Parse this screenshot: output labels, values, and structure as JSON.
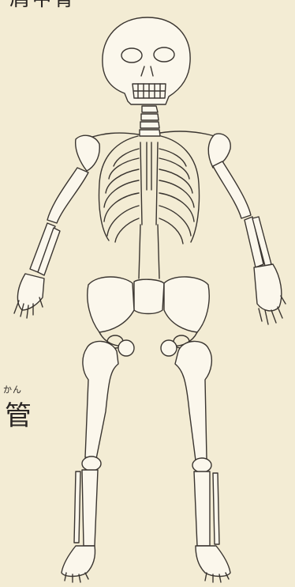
{
  "labels": {
    "top_partial": "肩甲骨",
    "ruby": "かん",
    "char": "管"
  },
  "colors": {
    "paper": "#f3ecd4",
    "ink": "#3a3530"
  }
}
